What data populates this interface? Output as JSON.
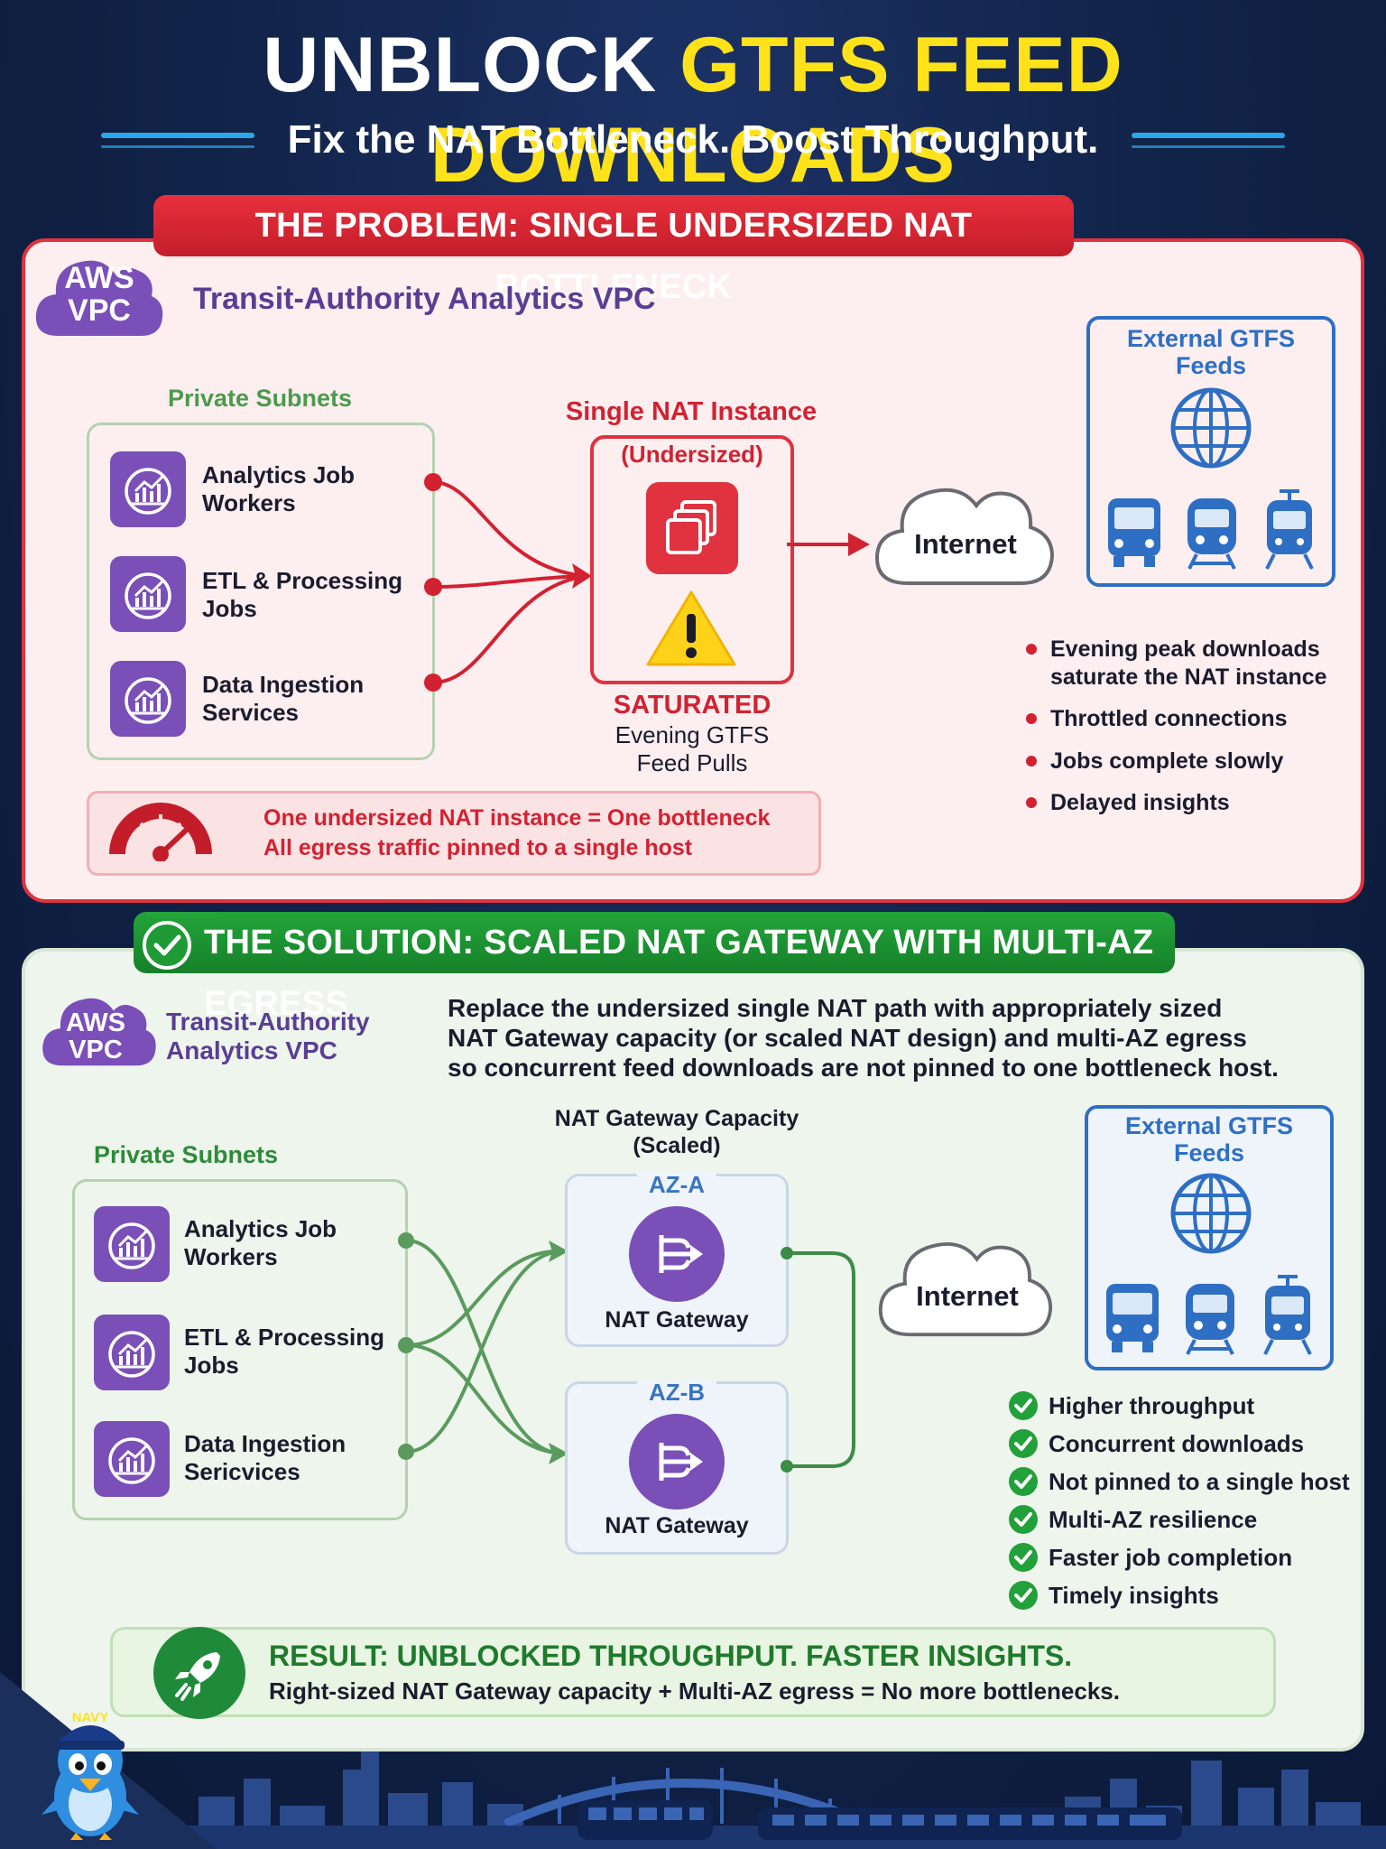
{
  "header": {
    "title_white": "UNBLOCK ",
    "title_yellow": "GTFS FEED DOWNLOADS",
    "subtitle": "Fix the NAT Bottleneck. Boost Throughput."
  },
  "problem": {
    "banner": "THE PROBLEM: SINGLE UNDERSIZED NAT BOTTLENECK",
    "aws_line1": "AWS",
    "aws_line2": "VPC",
    "vpc_title": "Transit-Authority Analytics VPC",
    "private_subnets": "Private Subnets",
    "jobs": [
      {
        "line1": "Analytics Job",
        "line2": "Workers",
        "icon": "analytics-chart-icon"
      },
      {
        "line1": "ETL & Processing",
        "line2": "Jobs",
        "icon": "analytics-chart-icon"
      },
      {
        "line1": "Data Ingestion",
        "line2": "Services",
        "icon": "analytics-chart-icon"
      }
    ],
    "nat_title": "Single NAT Instance",
    "nat_sub": "(Undersized)",
    "saturated": "SATURATED",
    "saturated_line1": "Evening GTFS",
    "saturated_line2": "Feed Pulls",
    "internet": "Internet",
    "ext_line1": "External GTFS",
    "ext_line2": "Feeds",
    "bullets": [
      {
        "line1": "Evening peak downloads",
        "line2": "saturate the NAT instance"
      },
      {
        "line1": "Throttled connections",
        "line2": ""
      },
      {
        "line1": "Jobs complete slowly",
        "line2": ""
      },
      {
        "line1": "Delayed insights",
        "line2": ""
      }
    ],
    "note_line1": "One undersized NAT instance = One bottleneck",
    "note_line2": "All egress traffic pinned to a single host"
  },
  "solution": {
    "banner": "THE SOLUTION: SCALED NAT GATEWAY WITH MULTI-AZ EGRESS",
    "aws_line1": "AWS",
    "aws_line2": "VPC",
    "vpc_line1": "Transit-Authority",
    "vpc_line2": "Analytics VPC",
    "desc_line1": "Replace the undersized single NAT path with appropriately sized",
    "desc_line2": "NAT Gateway capacity (or scaled NAT design) and multi-AZ egress",
    "desc_line3": "so concurrent feed downloads are not pinned to one bottleneck host.",
    "private_subnets": "Private Subnets",
    "jobs": [
      {
        "line1": "Analytics Job",
        "line2": "Workers"
      },
      {
        "line1": "ETL & Processing",
        "line2": "Jobs"
      },
      {
        "line1": "Data Ingestion",
        "line2": "Sericvices"
      }
    ],
    "capacity_line1": "NAT Gateway Capacity",
    "capacity_line2": "(Scaled)",
    "az_a": "AZ-A",
    "az_b": "AZ-B",
    "nat_gateway": "NAT Gateway",
    "internet": "Internet",
    "ext_line1": "External GTFS",
    "ext_line2": "Feeds",
    "benefits": [
      "Higher throughput",
      "Concurrent downloads",
      "Not pinned to a single host",
      "Multi-AZ resilience",
      "Faster job completion",
      "Timely insights"
    ],
    "result_title": "RESULT: UNBLOCKED THROUGHPUT. FASTER INSIGHTS.",
    "result_sub": "Right-sized NAT Gateway capacity + Multi-AZ egress = No more bottlenecks."
  },
  "mascot": {
    "cap": "NAVY"
  },
  "colors": {
    "red": "#e0323f",
    "green": "#22a03a",
    "purple": "#7a4fb8",
    "blue": "#2e6fc4",
    "yellow": "#ffe21a",
    "navy": "#0f1f3d"
  }
}
